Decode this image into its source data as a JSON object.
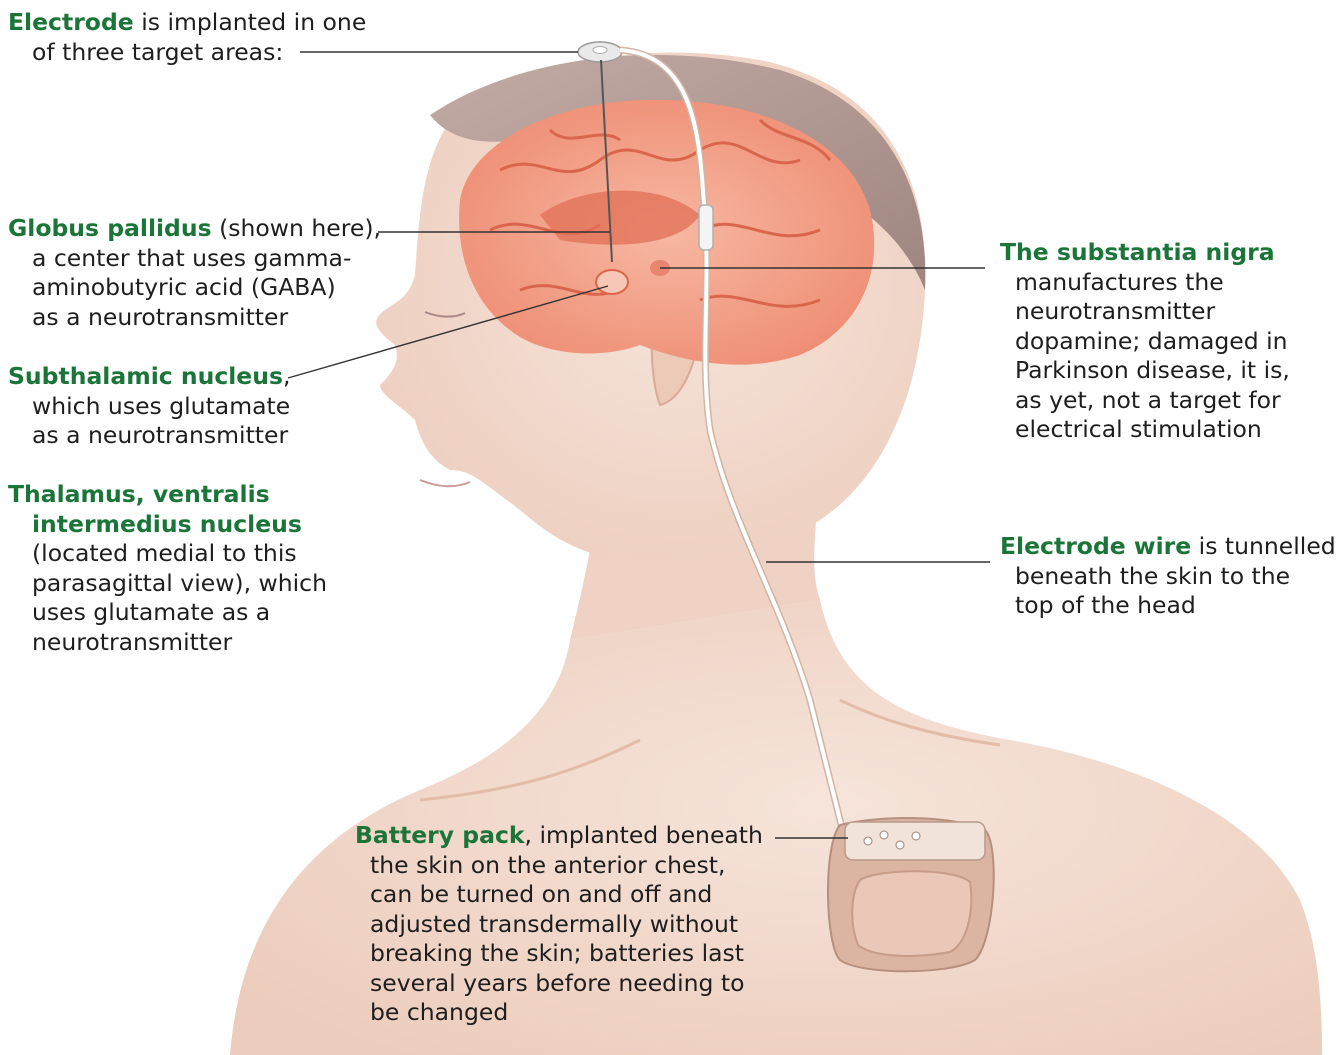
{
  "colors": {
    "heading_green": "#1b7438",
    "body_text": "#1e1e1e",
    "skin": "#f3ded2",
    "skin_shadow": "#e7c3b0",
    "hair": "#b49a96",
    "brain": "#f2a08a",
    "brain_fold": "#d9664c",
    "wire": "#ffffff",
    "leader_line": "#333333"
  },
  "labels": {
    "electrode": {
      "heading": "Electrode",
      "lines": [
        "is implanted in one",
        "of three target areas:"
      ]
    },
    "globus_pallidus": {
      "heading": "Globus pallidus",
      "lines": [
        "(shown here),",
        "a center that uses gamma-",
        "aminobutyric acid (GABA)",
        "as a neurotransmitter"
      ]
    },
    "subthalamic": {
      "heading": "Subthalamic nucleus",
      "lines": [
        ",",
        "which uses glutamate",
        "as a neurotransmitter"
      ]
    },
    "thalamus": {
      "heading1": "Thalamus, ventralis",
      "heading2": "intermedius nucleus",
      "lines": [
        "(located medial to this",
        "parasagittal view), which",
        "uses glutamate as a",
        "neurotransmitter"
      ]
    },
    "substantia_nigra": {
      "heading": "The substantia nigra",
      "lines": [
        "manufactures the",
        "neurotransmitter",
        "dopamine; damaged in",
        "Parkinson disease, it is,",
        "as yet, not a target for",
        "electrical stimulation"
      ]
    },
    "electrode_wire": {
      "heading": "Electrode wire",
      "lines": [
        "is tunnelled",
        "beneath the skin to the",
        "top of the head"
      ]
    },
    "battery_pack": {
      "heading": "Battery pack",
      "lines": [
        ", implanted beneath",
        "the skin on the anterior chest,",
        "can be turned on and off and",
        "adjusted transdermally without",
        "breaking the skin; batteries last",
        "several years before needing to",
        "be changed"
      ]
    }
  },
  "icons": [
    "head-illustration",
    "brain-icon",
    "electrode-disc-icon",
    "battery-pack-icon"
  ]
}
